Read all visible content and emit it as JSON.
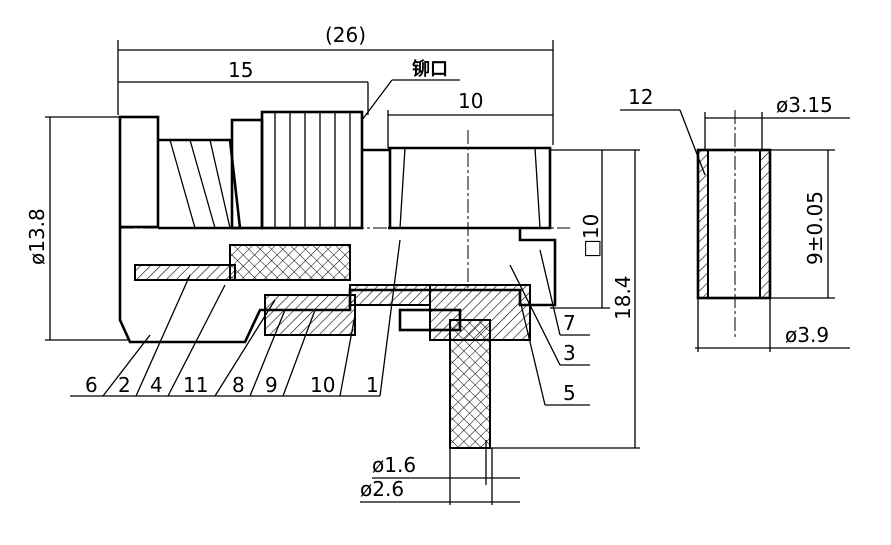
{
  "dimensions": {
    "overall_length": "(26)",
    "body_length": "15",
    "crimp_label": "铆口",
    "right_width": "10",
    "main_diameter": "ø13.8",
    "square_size": "□10",
    "height": "18.4",
    "pin_diameter": "ø1.6",
    "pin_outer_diameter": "ø2.6",
    "sleeve_inner_diameter": "ø3.15",
    "sleeve_length": "9±0.05",
    "sleeve_outer_diameter": "ø3.9"
  },
  "part_labels": [
    "6",
    "2",
    "4",
    "11",
    "8",
    "9",
    "10",
    "1",
    "5",
    "3",
    "7",
    "12"
  ]
}
